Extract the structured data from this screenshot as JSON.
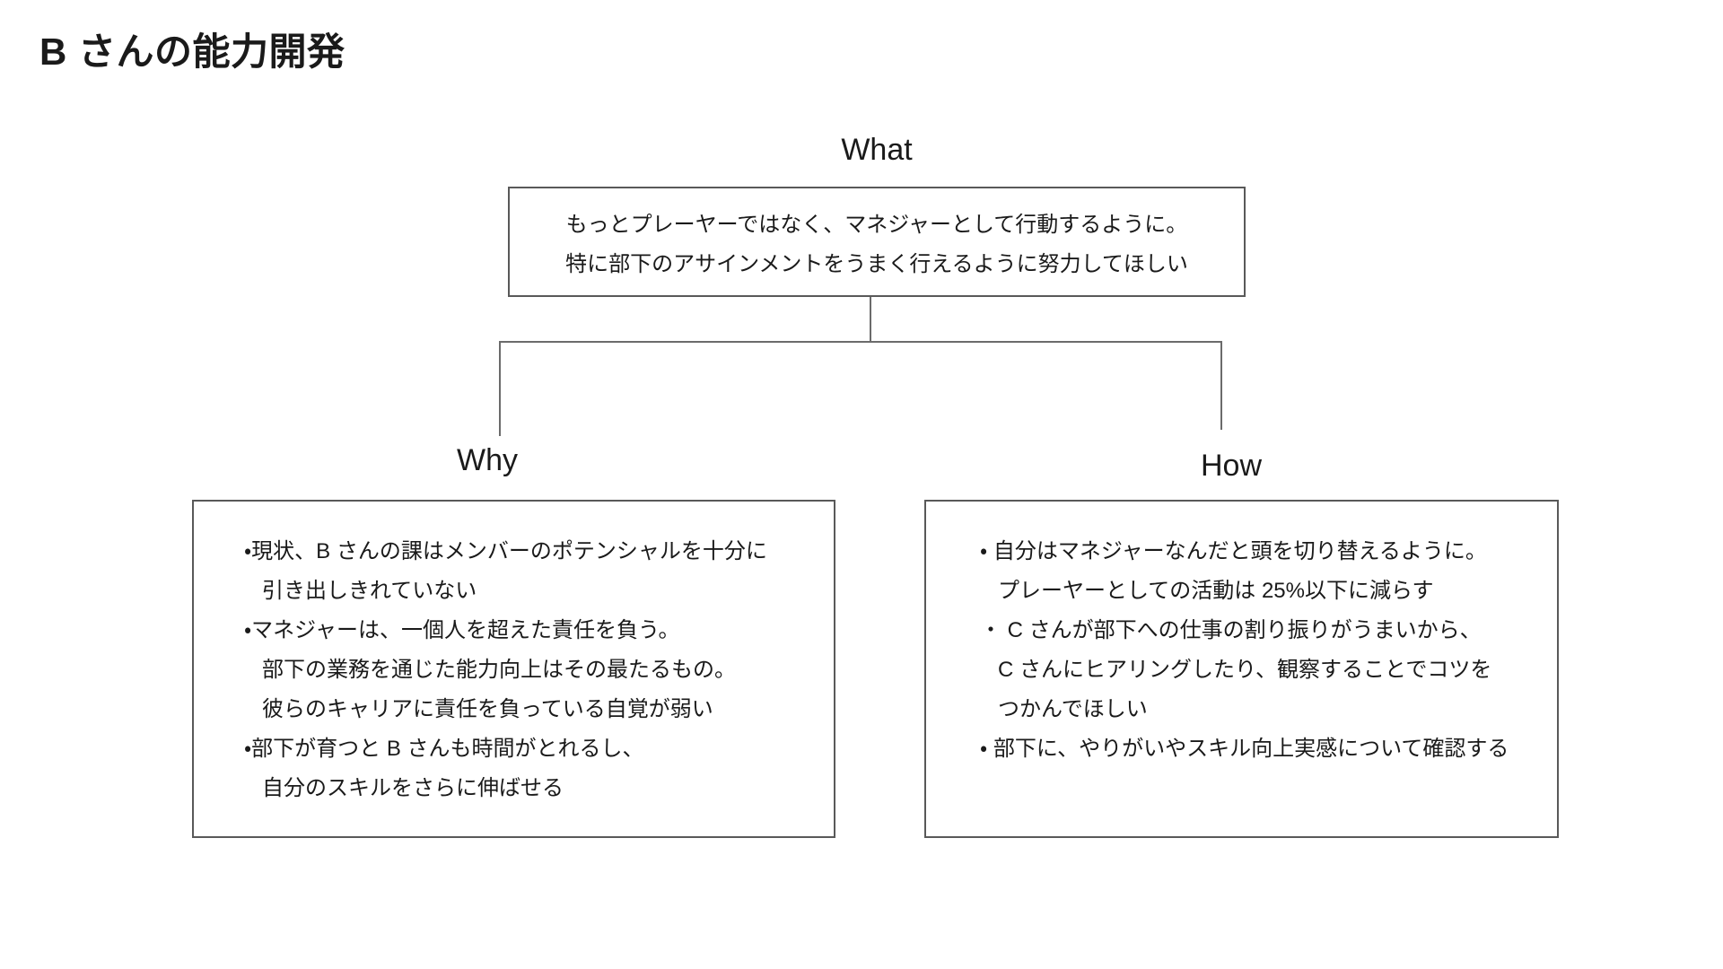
{
  "page": {
    "title": "B さんの能力開発"
  },
  "colors": {
    "text": "#1a1a1a",
    "box_border": "#595959",
    "connector_line": "#6b6b6b",
    "background": "#ffffff"
  },
  "tree": {
    "what": {
      "label": "What",
      "lines": [
        "もっとプレーヤーではなく、マネジャーとして行動するように。",
        "特に部下のアサインメントをうまく行えるように努力してほしい"
      ]
    },
    "why": {
      "label": "Why",
      "lines": [
        "・現状、B さんの課はメンバーのポテンシャルを十分に",
        "引き出しきれていない",
        "・マネジャーは、一個人を超えた責任を負う。",
        "部下の業務を通じた能力向上はその最たるもの。",
        "彼らのキャリアに責任を負っている自覚が弱い",
        "・部下が育つと B さんも時間がとれるし、",
        "自分のスキルをさらに伸ばせる"
      ]
    },
    "how": {
      "label": "How",
      "lines": [
        "・ 自分はマネジャーなんだと頭を切り替えるように。",
        "プレーヤーとしての活動は 25%以下に減らす",
        "・ C さんが部下への仕事の割り振りがうまいから、",
        "C さんにヒアリングしたり、観察することでコツを",
        "つかんでほしい",
        "・ 部下に、やりがいやスキル向上実感について確認する"
      ]
    }
  }
}
